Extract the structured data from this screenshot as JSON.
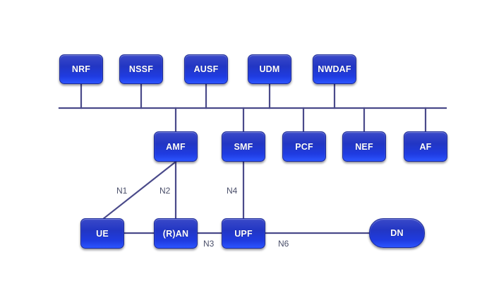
{
  "diagram": {
    "type": "5G core network architecture",
    "colors": {
      "node_fill": "#2236c4",
      "node_border": "#1b2a9a",
      "line": "#4a4a8a",
      "node_text": "#ffffff",
      "label_text": "#4a4f6a"
    },
    "top_nodes": [
      "NRF",
      "NSSF",
      "AUSF",
      "UDM",
      "NWDAF"
    ],
    "bus_nodes": [
      "AMF",
      "SMF",
      "PCF",
      "NEF",
      "AF"
    ],
    "bottom_nodes": [
      "UE",
      "(R)AN",
      "UPF",
      "DN"
    ],
    "interfaces": {
      "n1": "N1",
      "n2": "N2",
      "n3": "N3",
      "n4": "N4",
      "n6": "N6"
    },
    "links": [
      {
        "from": "UE",
        "to": "AMF",
        "label": "N1"
      },
      {
        "from": "(R)AN",
        "to": "AMF",
        "label": "N2"
      },
      {
        "from": "(R)AN",
        "to": "UPF",
        "label": "N3"
      },
      {
        "from": "SMF",
        "to": "UPF",
        "label": "N4"
      },
      {
        "from": "UPF",
        "to": "DN",
        "label": "N6"
      },
      {
        "from": "UE",
        "to": "(R)AN",
        "label": ""
      }
    ]
  }
}
